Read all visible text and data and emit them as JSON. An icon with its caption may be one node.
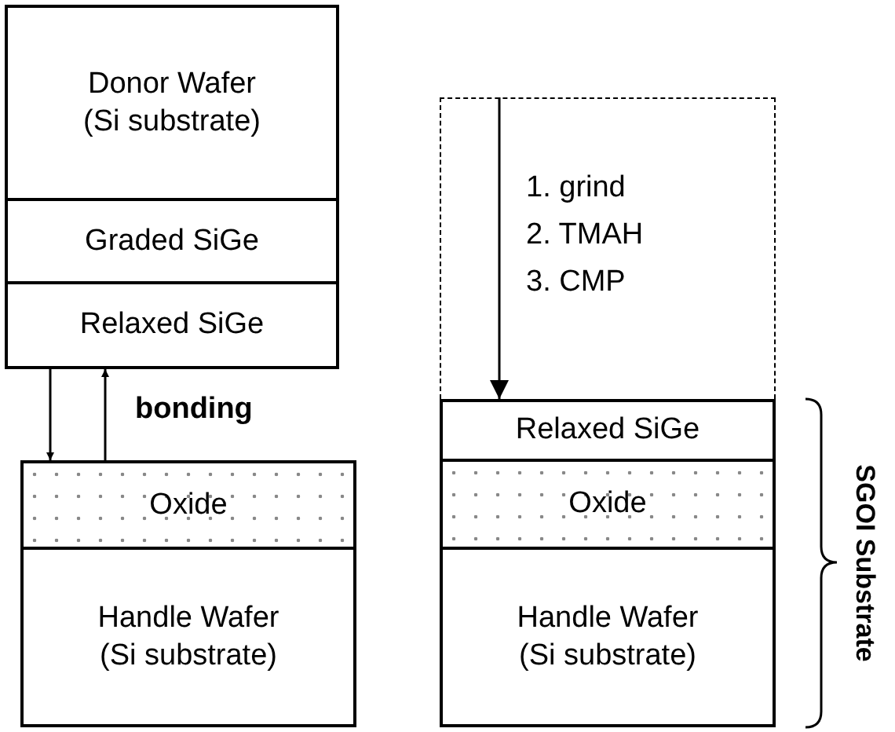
{
  "diagram": {
    "nodes": [
      {
        "text": [
          "Donor Wafer (Si substrate)"
        ]
      },
      {
        "text": [
          "Graded SiGe"
        ]
      },
      {
        "text": [
          "Relaxed SiGe"
        ]
      },
      {
        "text": [
          "Oxide"
        ]
      },
      {
        "text": [
          "Handle Wafer (Si substrate)"
        ]
      },
      {
        "text": [],
        "shape": "box"
      },
      {
        "text": [
          "Relaxed SiGe"
        ]
      },
      {
        "text": [
          "Oxide"
        ]
      },
      {
        "text": [
          "Handle Wafer (Si substrate)"
        ]
      }
    ],
    "edges": [
      {
        "from": 2,
        "to": 3,
        "arrow": "to"
      },
      {
        "from": 3,
        "to": 2,
        "arrow": "to"
      },
      {
        "from": 5,
        "to": 6,
        "arrow": "to"
      }
    ],
    "labels": [
      "bonding",
      "1. grind",
      "2. TMAH",
      "3. CMP",
      "SGOI Substrate"
    ]
  }
}
